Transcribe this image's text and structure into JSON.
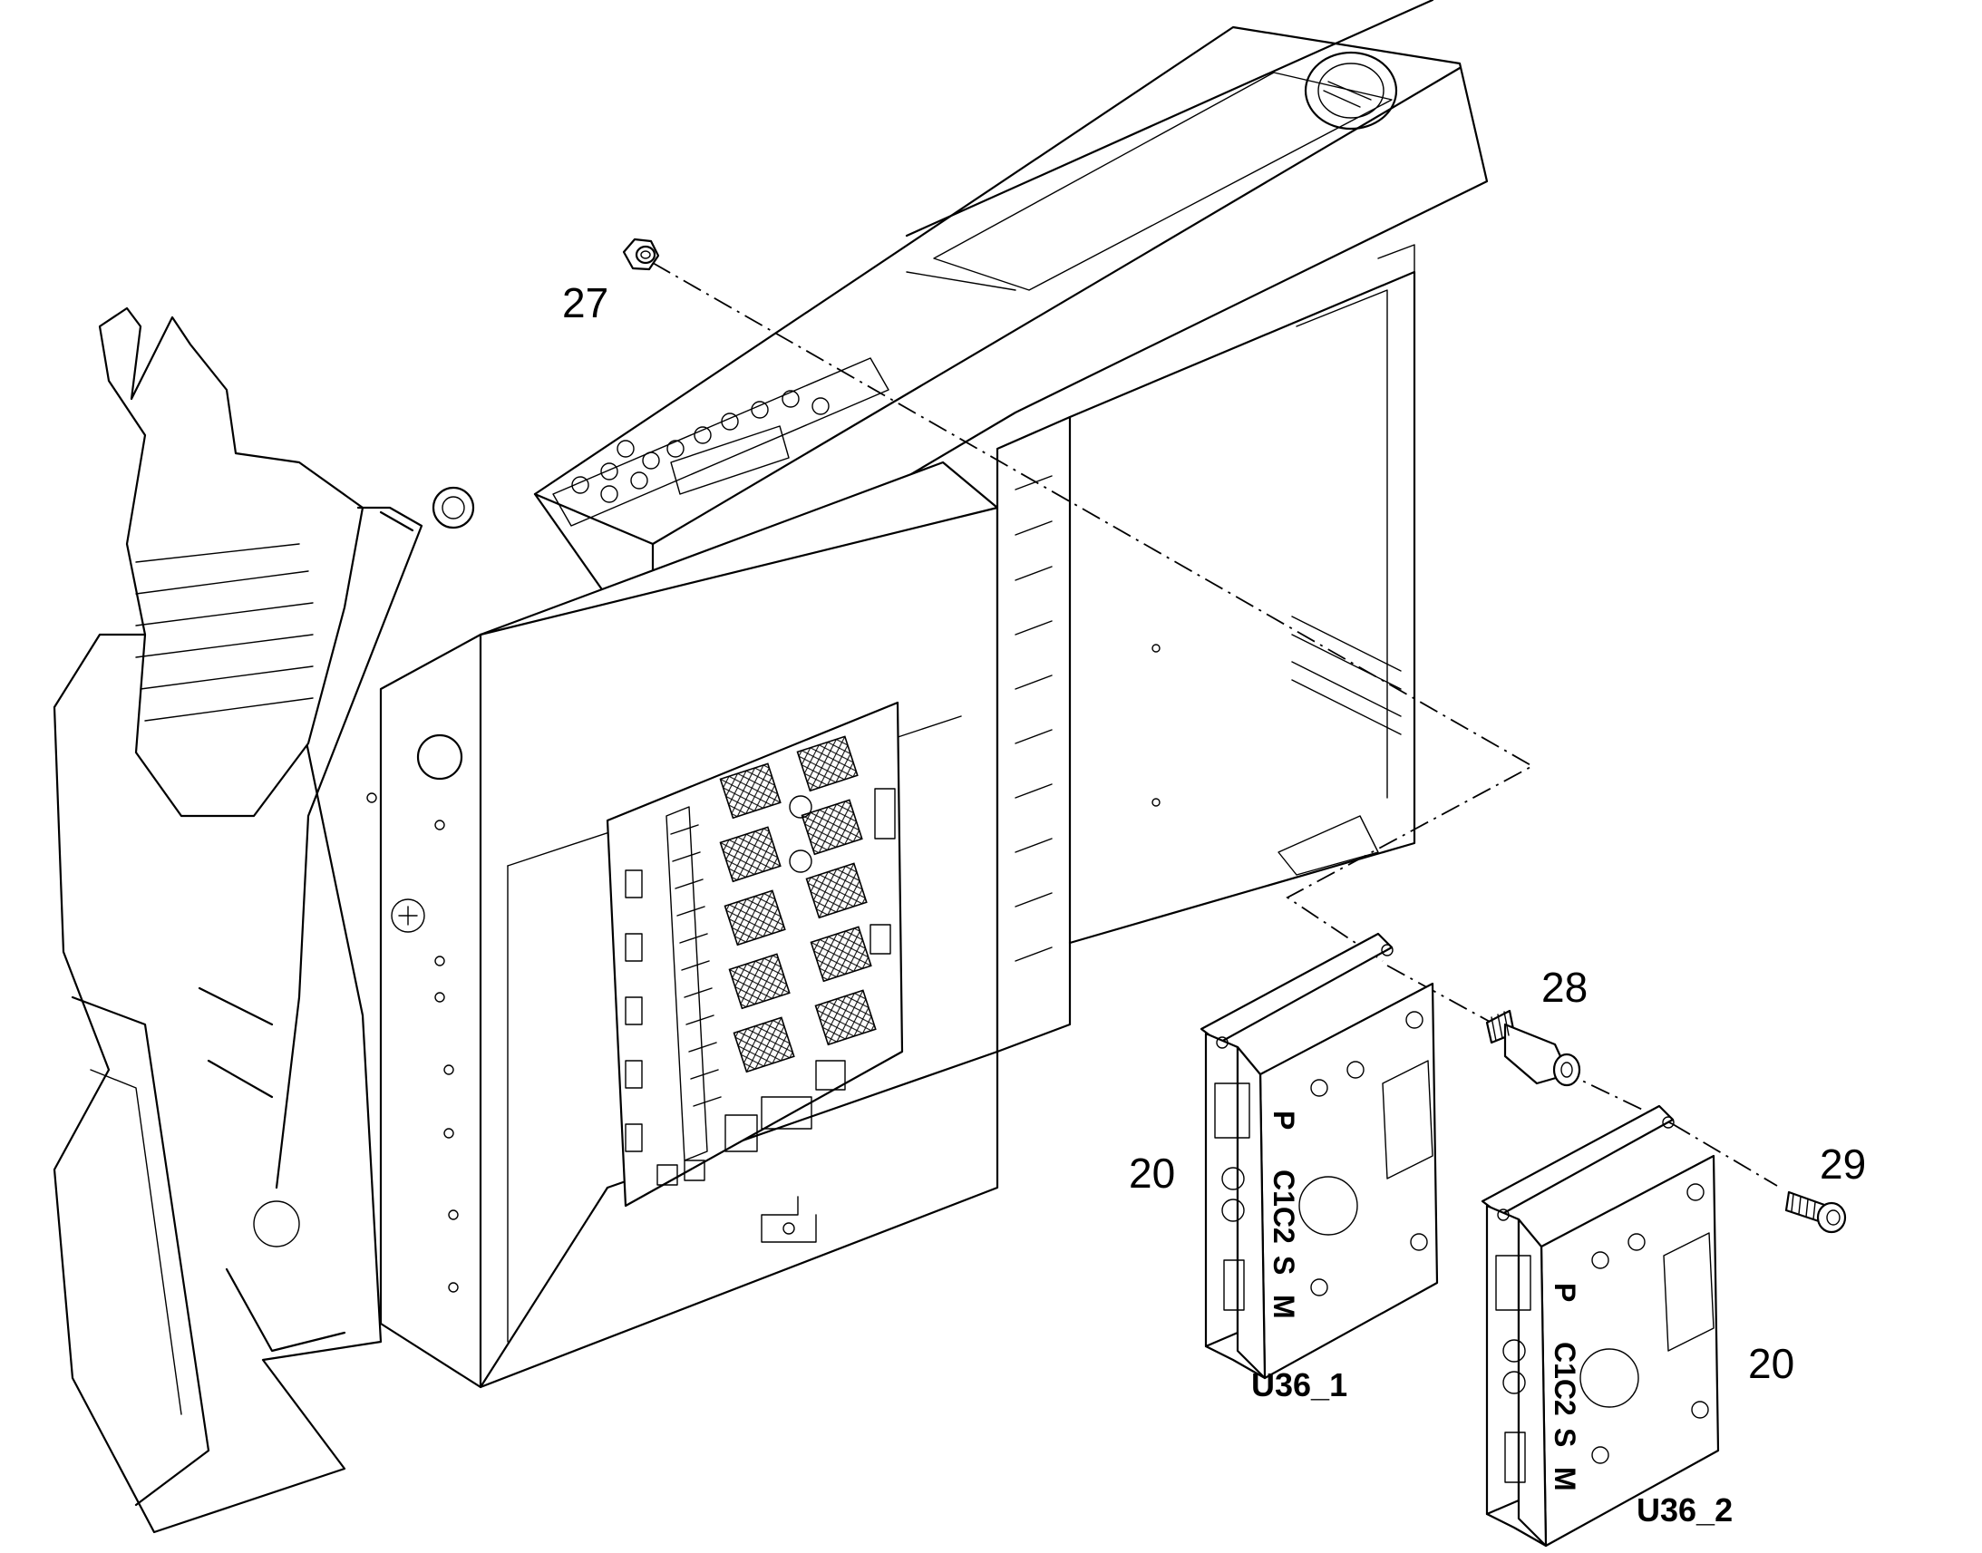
{
  "callouts": [
    {
      "id": "27",
      "label": "27"
    },
    {
      "id": "28",
      "label": "28"
    },
    {
      "id": "29",
      "label": "29"
    },
    {
      "id": "20a",
      "label": "20"
    },
    {
      "id": "20b",
      "label": "20"
    }
  ],
  "units": [
    {
      "id": "U36_1",
      "label": "U36_1",
      "connectors": {
        "p": "P",
        "c1c2": "C1C2",
        "s": "S",
        "m": "M"
      }
    },
    {
      "id": "U36_2",
      "label": "U36_2",
      "connectors": {
        "p": "P",
        "c1c2": "C1C2",
        "s": "S",
        "m": "M"
      }
    }
  ],
  "icons": [
    "hex-nut-icon",
    "standoff-spacer-icon",
    "socket-head-screw-icon",
    "joystick-icon",
    "control-module-icon"
  ],
  "colors": {
    "line": "#000000",
    "background": "#ffffff"
  }
}
